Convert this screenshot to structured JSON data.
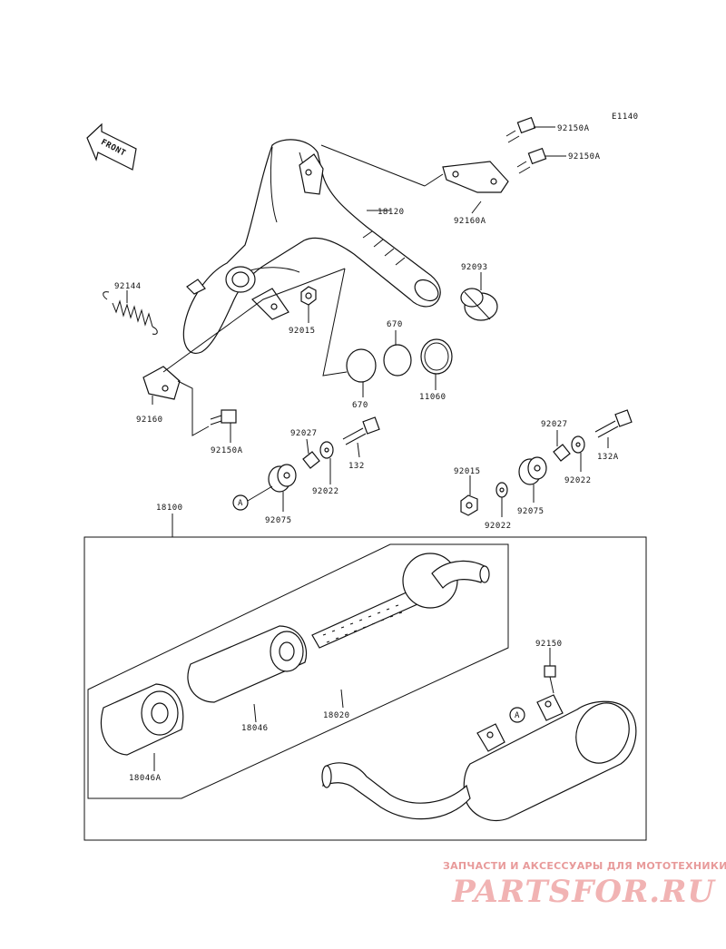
{
  "diagram_id": "E1140",
  "front_label": "FRONT",
  "callouts": {
    "c92150A_1": "92150A",
    "c92150A_2": "92150A",
    "c92150A_3": "92150A",
    "c92160A": "92160A",
    "c18120": "18120",
    "c92093": "92093",
    "c92144": "92144",
    "c92015_1": "92015",
    "c92015_2": "92015",
    "c670_1": "670",
    "c670_2": "670",
    "c11060": "11060",
    "c92160": "92160",
    "c92027_1": "92027",
    "c92027_2": "92027",
    "c132": "132",
    "c132A": "132A",
    "c92022_1": "92022",
    "c92022_2": "92022",
    "c92022_3": "92022",
    "c92075_1": "92075",
    "c92075_2": "92075",
    "c18100": "18100",
    "c92150": "92150",
    "c18046": "18046",
    "c18020": "18020",
    "c18046A": "18046A",
    "ref_A_1": "A",
    "ref_A_2": "A"
  },
  "watermark": {
    "caption": "ЗАПЧАСТИ И АКСЕССУАРЫ ДЛЯ МОТОТЕХНИКИ",
    "logo": "PARTSFOR.RU",
    "color": "#f1b3b3"
  }
}
